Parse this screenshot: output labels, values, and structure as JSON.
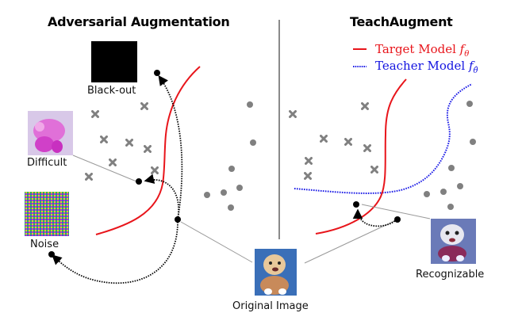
{
  "left_panel": {
    "title": "Adversarial Augmentation",
    "labels": {
      "blackout": "Black-out",
      "difficult": "Difficult",
      "noise": "Noise"
    }
  },
  "right_panel": {
    "title": "TeachAugment",
    "legend": {
      "target": {
        "label": "Target Model ",
        "symbol": "f",
        "sub": "θ",
        "color": "#e8151b"
      },
      "teacher": {
        "label": "Teacher Model ",
        "symbol": "f",
        "sub": "θ̂",
        "color": "#1414e0"
      }
    },
    "labels": {
      "recognizable": "Recognizable"
    }
  },
  "center": {
    "original_label": "Original Image"
  },
  "colors": {
    "target": "#e8151b",
    "teacher": "#1a1ae6",
    "points": "#808080",
    "divider": "#8a8a8a",
    "arrow": "#000000"
  }
}
